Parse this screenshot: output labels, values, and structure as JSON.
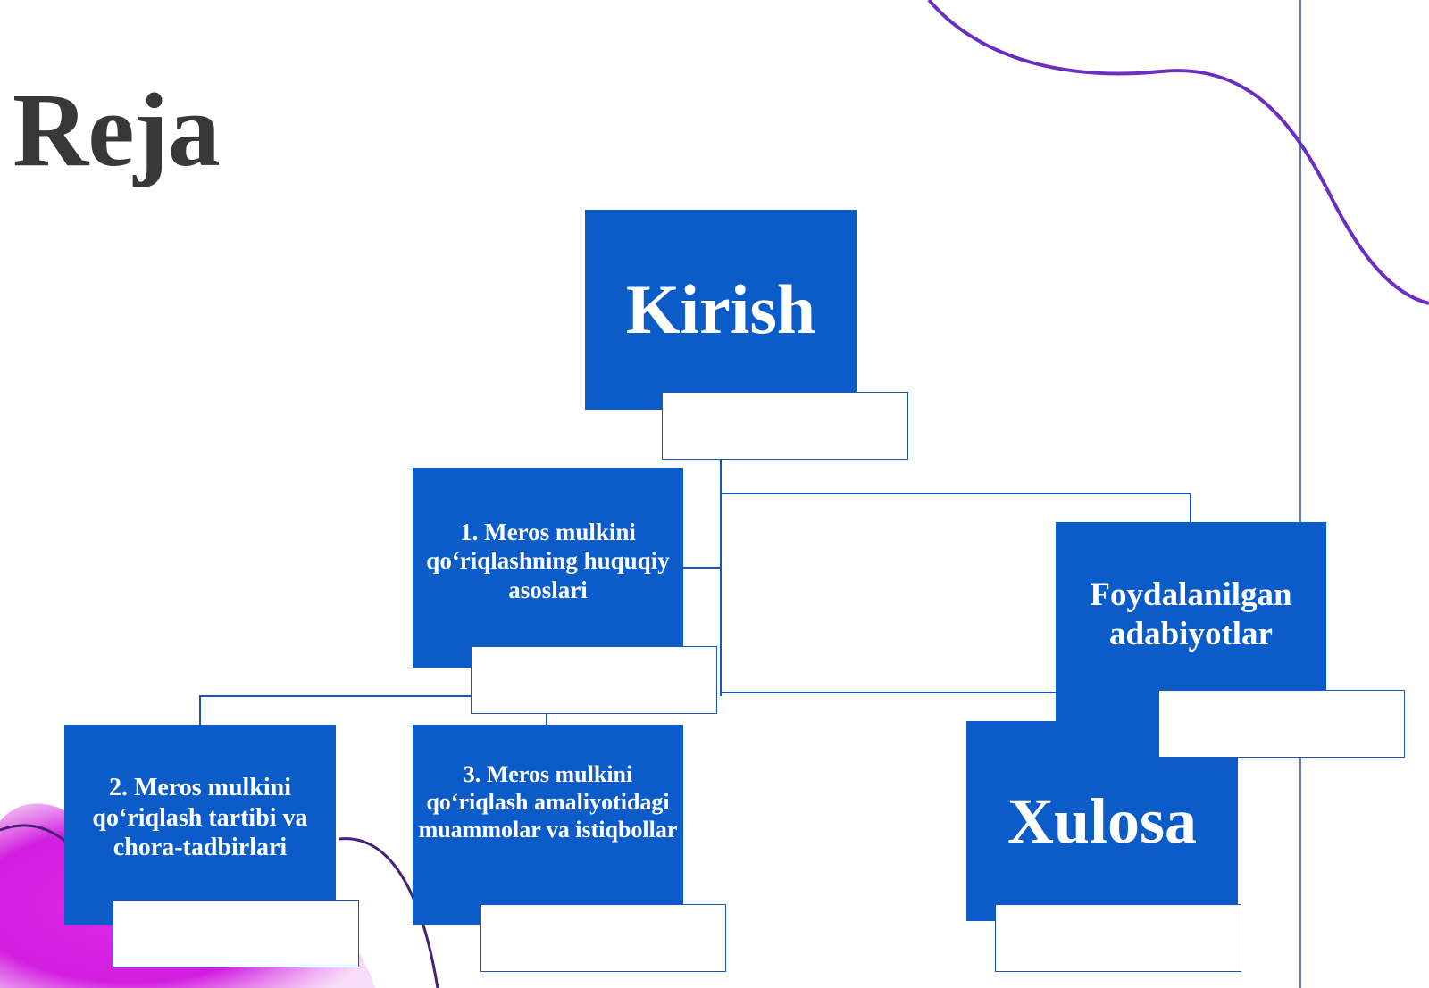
{
  "slide": {
    "title": "Reja"
  },
  "diagram": {
    "nodes": {
      "kirish": "Kirish",
      "item1": "1. Meros mulkini qo‘riqlashning huquqiy asoslari",
      "item2": "2. Meros mulkini qo‘riqlash tartibi va chora-tadbirlari",
      "item3": "3. Meros mulkini qo‘riqlash amaliyotidagi muammolar va istiqbollar",
      "foydalanilgan": "Foydalanilgan adabiyotlar",
      "xulosa": "Xulosa"
    }
  },
  "colors": {
    "node_fill": "#0b5bc9",
    "connector": "#1a55b8",
    "accent_curve": "#6a2fc0",
    "accent_blob": "#d21ee0",
    "title": "#383838"
  }
}
